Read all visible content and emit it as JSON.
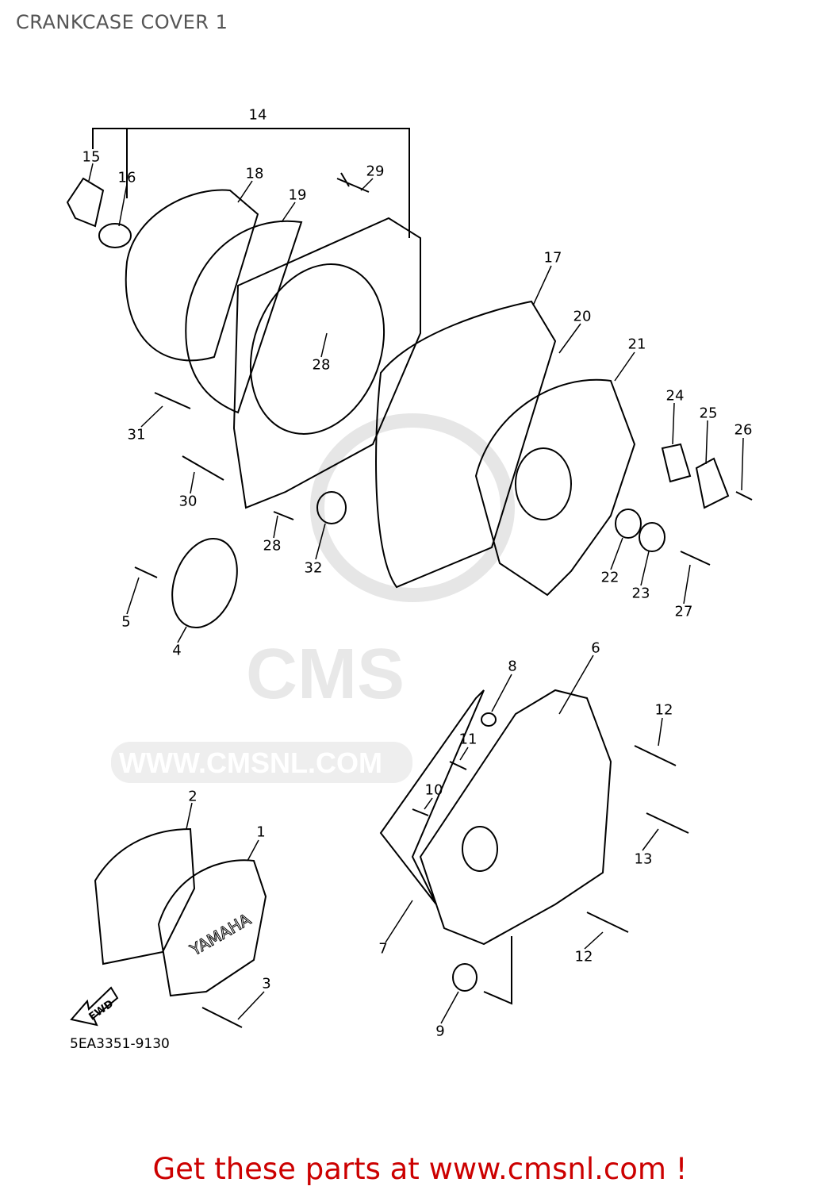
{
  "title": "CRANKCASE COVER 1",
  "diagram_code": "5EA3351-9130",
  "footer": "Get these parts at www.cmsnl.com !",
  "watermark": {
    "logo": "CMS",
    "url": "WWW.CMSNL.COM"
  },
  "cover_logo": "YAMAHA",
  "fwd_arrow": "FWD",
  "colors": {
    "footer": "#cc0000",
    "title": "#555555",
    "watermark": "#e6e6e6"
  },
  "callouts": [
    "14",
    "15",
    "16",
    "18",
    "19",
    "29",
    "17",
    "20",
    "21",
    "28",
    "24",
    "25",
    "26",
    "31",
    "30",
    "28",
    "32",
    "22",
    "23",
    "27",
    "5",
    "4",
    "6",
    "8",
    "12",
    "11",
    "10",
    "2",
    "1",
    "13",
    "7",
    "12",
    "3",
    "9"
  ]
}
